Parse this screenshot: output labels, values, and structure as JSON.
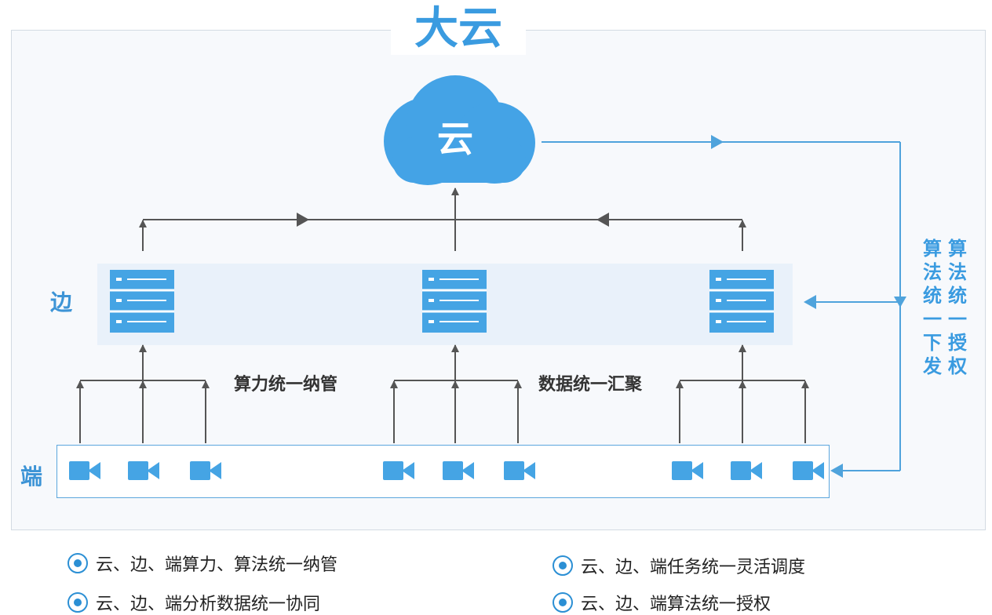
{
  "title": "大云",
  "cloud_label": "云",
  "layers": {
    "edge": "边",
    "end": "端"
  },
  "flow_labels": {
    "compute": "算力统一纳管",
    "data": "数据统一汇聚"
  },
  "side_labels": {
    "left": "算法统一下发",
    "right": "算法统一授权"
  },
  "legend": [
    "云、边、端算力、算法统一纳管",
    "云、边、端任务统一灵活调度",
    "云、边、端分析数据统一协同",
    "云、边、端算法统一授权"
  ],
  "colors": {
    "accent": "#3a9be0",
    "arrow": "#555555",
    "link": "#4fa3dc",
    "band": "#e9f1fa"
  },
  "icons": {
    "edge_node": "server-rack-icon",
    "end_device": "video-camera-icon",
    "cloud": "cloud-icon"
  }
}
